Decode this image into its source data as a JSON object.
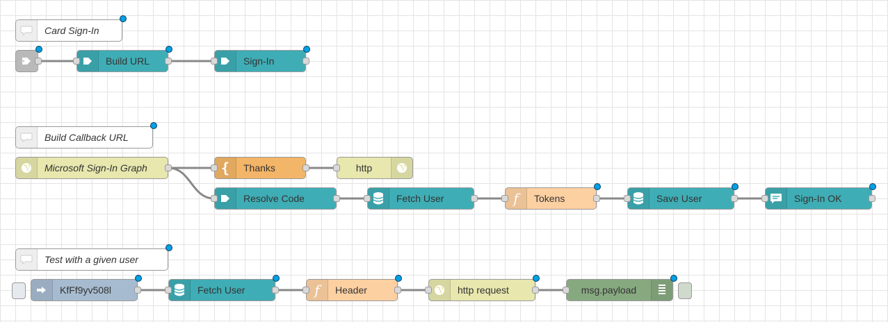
{
  "flows": [
    {
      "comment": "Card Sign-In",
      "nodes": {
        "trigger": "",
        "build_url": "Build URL",
        "sign_in": "Sign-In"
      }
    },
    {
      "comment": "Build Callback URL",
      "nodes": {
        "http_in": "Microsoft Sign-In Graph",
        "thanks": "Thanks",
        "http_response": "http",
        "resolve_code": "Resolve Code",
        "fetch_user": "Fetch User",
        "tokens": "Tokens",
        "save_user": "Save User",
        "sign_in_ok": "Sign-In OK"
      }
    },
    {
      "comment": "Test with a given user",
      "nodes": {
        "inject": "KfFf9yv508l",
        "fetch_user": "Fetch User",
        "header": "Header",
        "http_request": "http request",
        "debug": "msg.payload"
      }
    }
  ],
  "colors": {
    "link": "#3fadb5",
    "template": "#f3b567",
    "function": "#fdd0a2",
    "http": "#e7e7ae",
    "debug": "#87a980",
    "inject": "#a6bbcf",
    "status_dot": "#00a1e4"
  }
}
